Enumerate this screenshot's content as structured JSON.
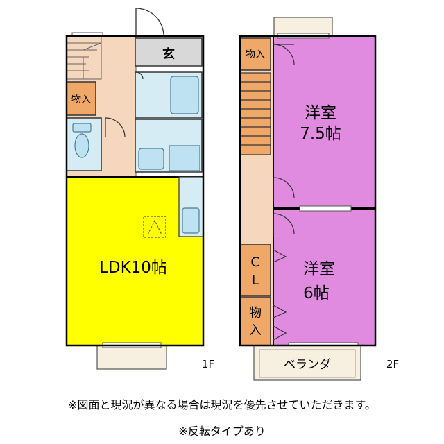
{
  "floor1": {
    "entrance_label": "玄",
    "storage_label": "物入",
    "ldk_label": "LDK10帖",
    "floor_label": "1F"
  },
  "floor2": {
    "storage_top_label": "物入",
    "western_room_large_label1": "洋室",
    "western_room_large_label2": "7.5帖",
    "western_room_small_label1": "洋室",
    "western_room_small_label2": "6帖",
    "closet_label1": "C",
    "closet_label2": "L",
    "storage_bottom_label1": "物",
    "storage_bottom_label2": "入",
    "balcony_label": "ベランダ",
    "floor_label": "2F"
  },
  "notes": {
    "line1": "※図面と現況が異なる場合は現況を優先させていただきます。",
    "line2": "※反転タイプあり"
  },
  "colors": {
    "ldk": "#ffff00",
    "western_room": "#e08be0",
    "storage": "#f0a868",
    "hallway": "#f5d7bd",
    "wet_area": "#d5ecf5",
    "entrance": "#d8d8d8",
    "balcony": "#f7efdf"
  }
}
